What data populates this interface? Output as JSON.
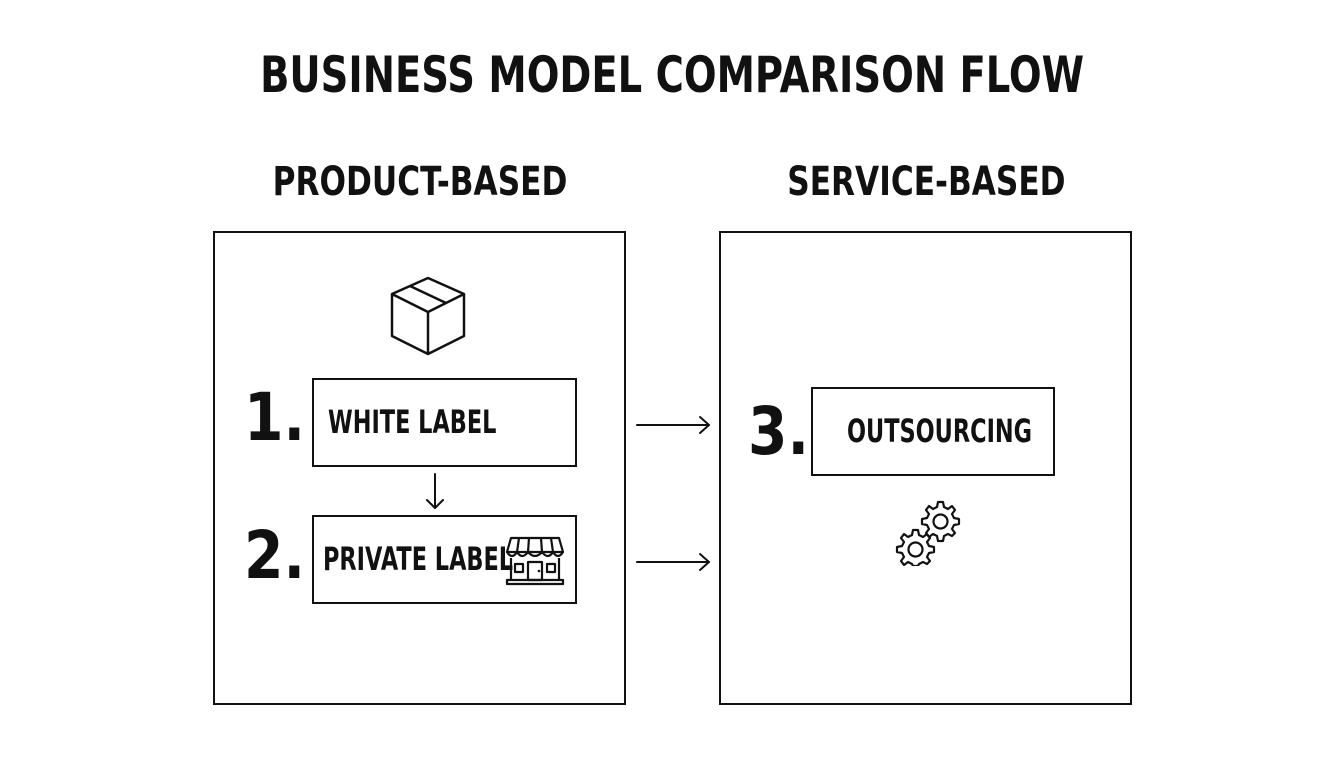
{
  "title": "BUSINESS MODEL COMPARISON FLOW",
  "columns": {
    "product": {
      "heading": "PRODUCT-BASED",
      "icon": "box-icon",
      "steps": [
        {
          "number": "1.",
          "label": "WHITE LABEL"
        },
        {
          "number": "2.",
          "label": "PRIVATE LABEL",
          "icon": "storefront-icon"
        }
      ]
    },
    "service": {
      "heading": "SERVICE-BASED",
      "steps": [
        {
          "number": "3.",
          "label": "OUTSOURCING",
          "icon": "gears-icon"
        }
      ]
    }
  },
  "connectors": [
    {
      "from": "WHITE LABEL",
      "to": "PRIVATE LABEL",
      "direction": "down"
    },
    {
      "from": "WHITE LABEL",
      "to": "OUTSOURCING",
      "direction": "right"
    },
    {
      "from": "PRIVATE LABEL",
      "to": "OUTSOURCING",
      "direction": "right"
    }
  ],
  "colors": {
    "ink": "#111111",
    "background": "#ffffff"
  }
}
